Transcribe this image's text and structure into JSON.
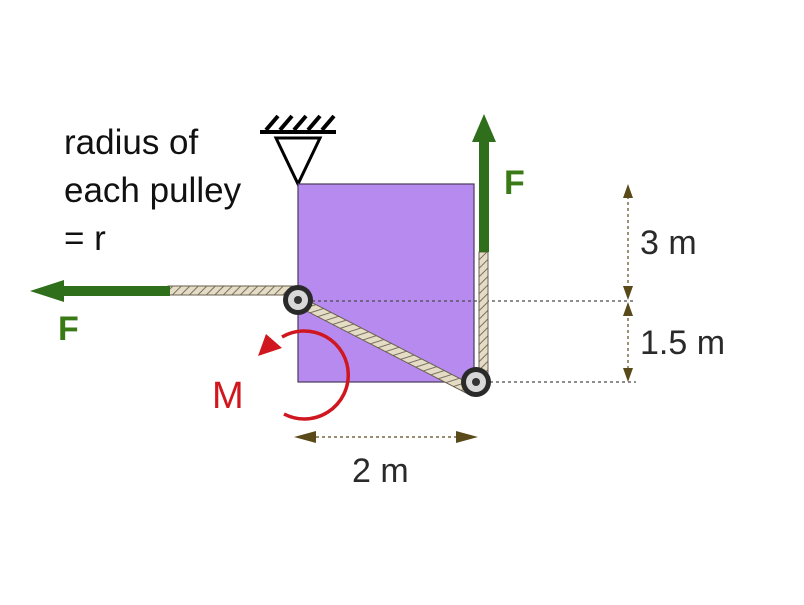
{
  "note": {
    "line1": "radius of",
    "line2": "each pulley",
    "line3": "= r"
  },
  "forces": {
    "left_label": "F",
    "top_label": "F",
    "moment_label": "M"
  },
  "dimensions": {
    "height_top": "3 m",
    "height_bottom": "1.5 m",
    "width": "2 m"
  },
  "colors": {
    "block": "#b78af0",
    "force": "#2f6e1a",
    "force_label": "#3a7a16",
    "moment": "#d0161e",
    "dimension": "#5a4a1a",
    "rope": "#d8d0b8"
  }
}
